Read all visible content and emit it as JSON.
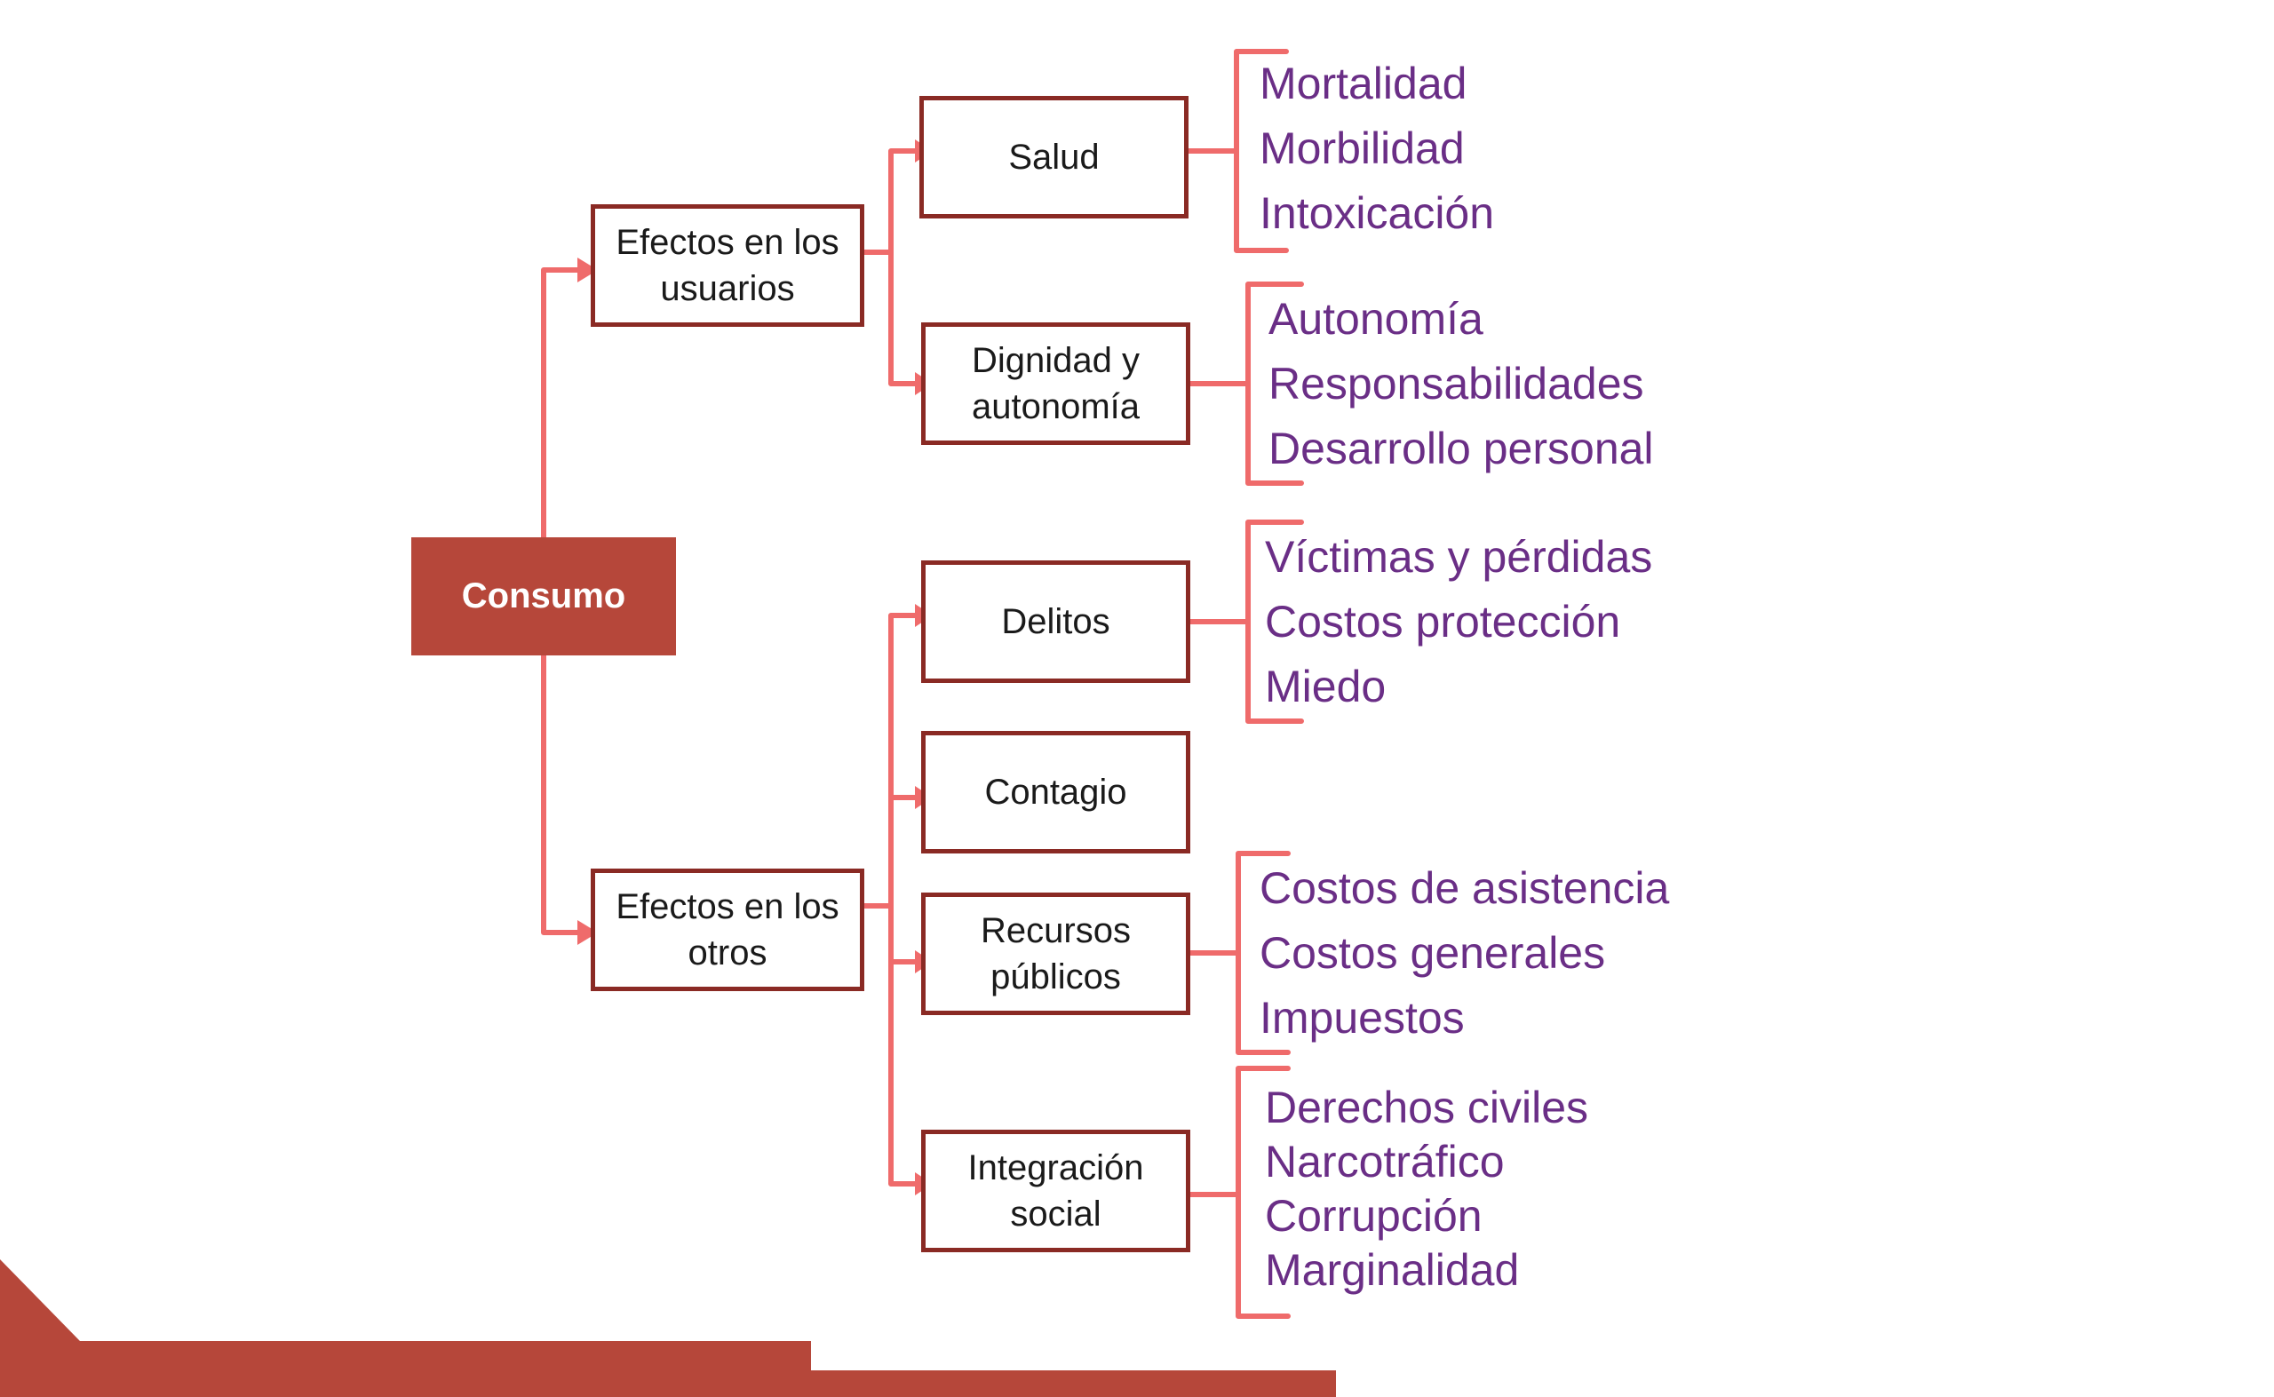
{
  "diagram": {
    "root": {
      "label": "Consumo"
    },
    "branches": [
      {
        "label": "Efectos en los usuarios",
        "children": [
          {
            "label": "Salud",
            "items": [
              "Mortalidad",
              "Morbilidad",
              "Intoxicación"
            ]
          },
          {
            "label": "Dignidad y autonomía",
            "items": [
              "Autonomía",
              "Responsabilidades",
              "Desarrollo personal"
            ]
          }
        ]
      },
      {
        "label": "Efectos en los otros",
        "children": [
          {
            "label": "Delitos",
            "items": [
              "Víctimas y pérdidas",
              "Costos protección",
              "Miedo"
            ]
          },
          {
            "label": "Contagio",
            "items": []
          },
          {
            "label": "Recursos públicos",
            "items": [
              "Costos de asistencia",
              "Costos generales",
              "Impuestos"
            ]
          },
          {
            "label": "Integración social",
            "items": [
              "Derechos civiles",
              "Narcotráfico",
              "Corrupción",
              "Marginalidad"
            ]
          }
        ]
      }
    ]
  },
  "colors": {
    "root_fill": "#b6473a",
    "box_border": "#8a2a24",
    "connector": "#ef6b6b",
    "list_text": "#6a2e86",
    "decoration": "#b6473a"
  }
}
